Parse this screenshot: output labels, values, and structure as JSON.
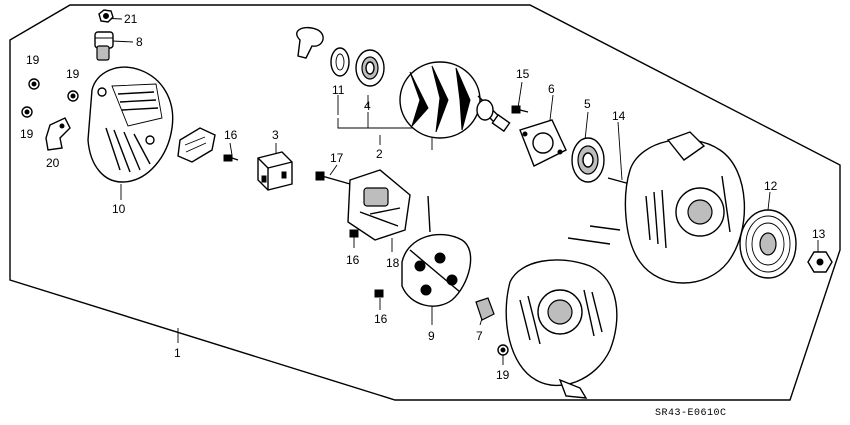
{
  "diagram": {
    "code": "SR43-E0610C",
    "callouts": [
      {
        "id": "c21",
        "text": "21"
      },
      {
        "id": "c8",
        "text": "8"
      },
      {
        "id": "c19a",
        "text": "19"
      },
      {
        "id": "c19b",
        "text": "19"
      },
      {
        "id": "c19c",
        "text": "19"
      },
      {
        "id": "c20",
        "text": "20"
      },
      {
        "id": "c10",
        "text": "10"
      },
      {
        "id": "c16a",
        "text": "16"
      },
      {
        "id": "c3",
        "text": "3"
      },
      {
        "id": "c11",
        "text": "11"
      },
      {
        "id": "c4",
        "text": "4"
      },
      {
        "id": "c2",
        "text": "2"
      },
      {
        "id": "c17",
        "text": "17"
      },
      {
        "id": "c16b",
        "text": "16"
      },
      {
        "id": "c18",
        "text": "18"
      },
      {
        "id": "c16c",
        "text": "16"
      },
      {
        "id": "c15",
        "text": "15"
      },
      {
        "id": "c6",
        "text": "6"
      },
      {
        "id": "c5",
        "text": "5"
      },
      {
        "id": "c14",
        "text": "14"
      },
      {
        "id": "c12",
        "text": "12"
      },
      {
        "id": "c13",
        "text": "13"
      },
      {
        "id": "c9",
        "text": "9"
      },
      {
        "id": "c7",
        "text": "7"
      },
      {
        "id": "c19d",
        "text": "19"
      },
      {
        "id": "c1",
        "text": "1"
      }
    ]
  }
}
